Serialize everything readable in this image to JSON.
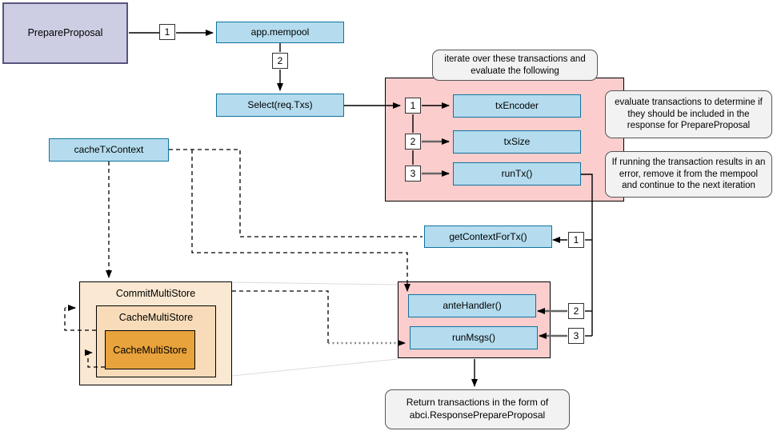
{
  "nodes": {
    "prepareProposal": "PrepareProposal",
    "appMempool": "app.mempool",
    "selectReqTxs": "Select(req.Txs)",
    "cacheTxContext": "cacheTxContext",
    "txEncoder": "txEncoder",
    "txSize": "txSize",
    "runTx": "runTx()",
    "getContextForTx": "getContextForTx()",
    "anteHandler": "anteHandler()",
    "runMsgs": "runMsgs()",
    "commitMultiStore": "CommitMultiStore",
    "cacheMultiStore": "CacheMultiStore",
    "cacheMultiStoreInner": "CacheMultiStore"
  },
  "callouts": {
    "iterate": "iterate over these transactions and evaluate the following",
    "evaluate": "evaluate transactions to determine if they should be included in the response for PrepareProposal",
    "onError": "If running the transaction results in an error, remove it from the mempool and continue to the next iteration",
    "returnNote": "Return transactions in the form of abci.ResponsePrepareProposal"
  },
  "badges": {
    "one": "1",
    "two": "2",
    "three": "3"
  },
  "colors": {
    "node_blue_fill": "#b4dcee",
    "node_blue_stroke": "#10739e",
    "purple_fill": "#cdcde3",
    "purple_stroke": "#59547e",
    "container_pink_fill": "#fbcdcd",
    "container_pink_stroke": "#000000",
    "store_outer_fill": "#fae8d2",
    "store_mid_fill": "#f8dcba",
    "store_inner_fill": "#e8a33c",
    "store_stroke": "#000000",
    "callout_fill": "#f2f2f2",
    "callout_stroke": "#565656",
    "arrow_black": "#000000",
    "arrow_gray": "#666666",
    "link_light_gray": "#dcdcdc"
  }
}
